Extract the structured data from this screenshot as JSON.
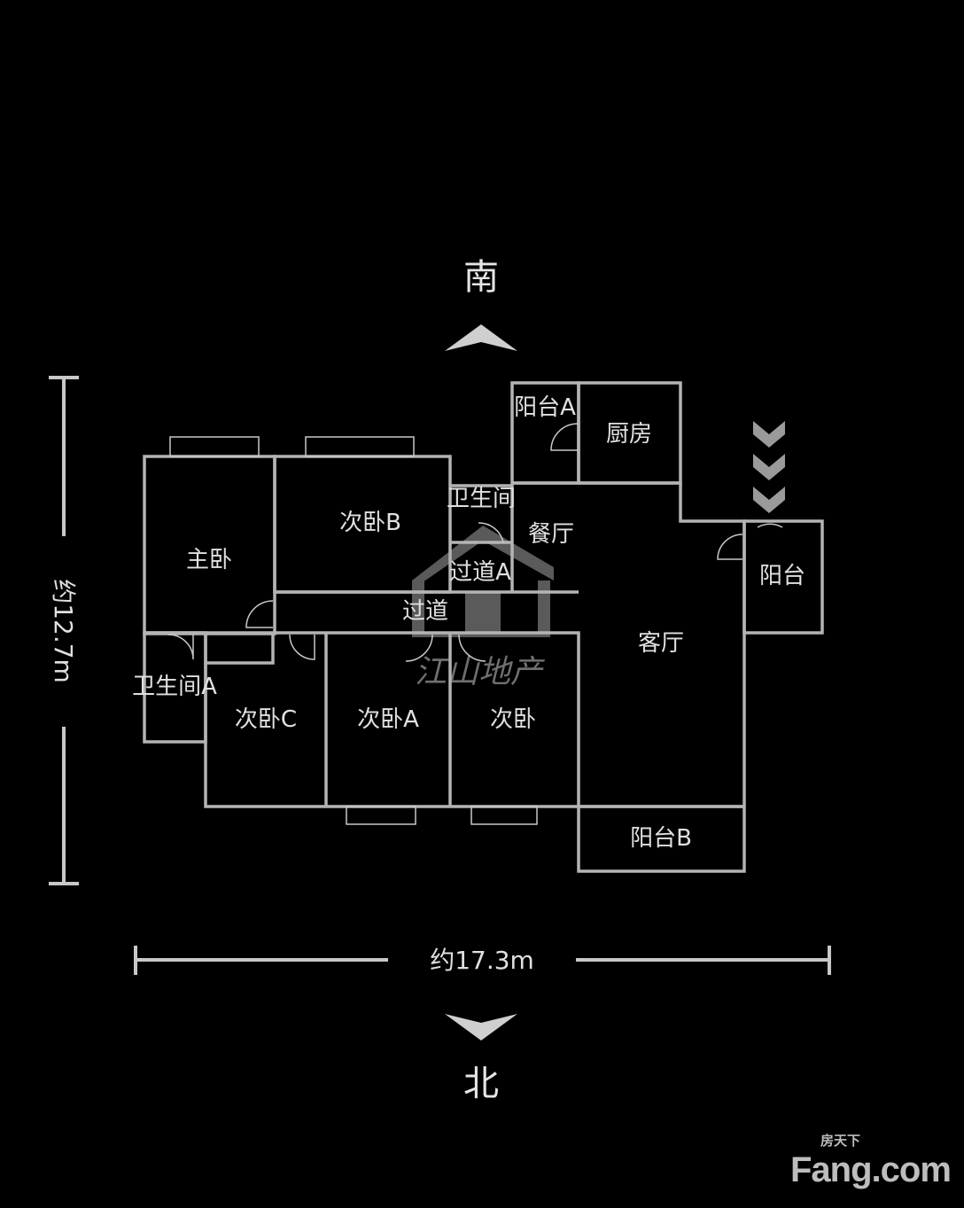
{
  "directions": {
    "south": "南",
    "north": "北"
  },
  "dimensions": {
    "height": "约12.7m",
    "width": "约17.3m"
  },
  "rooms": {
    "master_bedroom": "主卧",
    "bedroom_b": "次卧B",
    "bathroom": "卫生间",
    "balcony_a": "阳台A",
    "kitchen": "厨房",
    "dining": "餐厅",
    "hallway_a": "过道A",
    "hallway": "过道",
    "balcony": "阳台",
    "living": "客厅",
    "bathroom_a": "卫生间A",
    "bedroom_c": "次卧C",
    "bedroom_a": "次卧A",
    "bedroom": "次卧",
    "balcony_b": "阳台B"
  },
  "watermark": {
    "text": "江山地产"
  },
  "logo": {
    "brand": "Fang.com",
    "tagline": "房天下"
  }
}
